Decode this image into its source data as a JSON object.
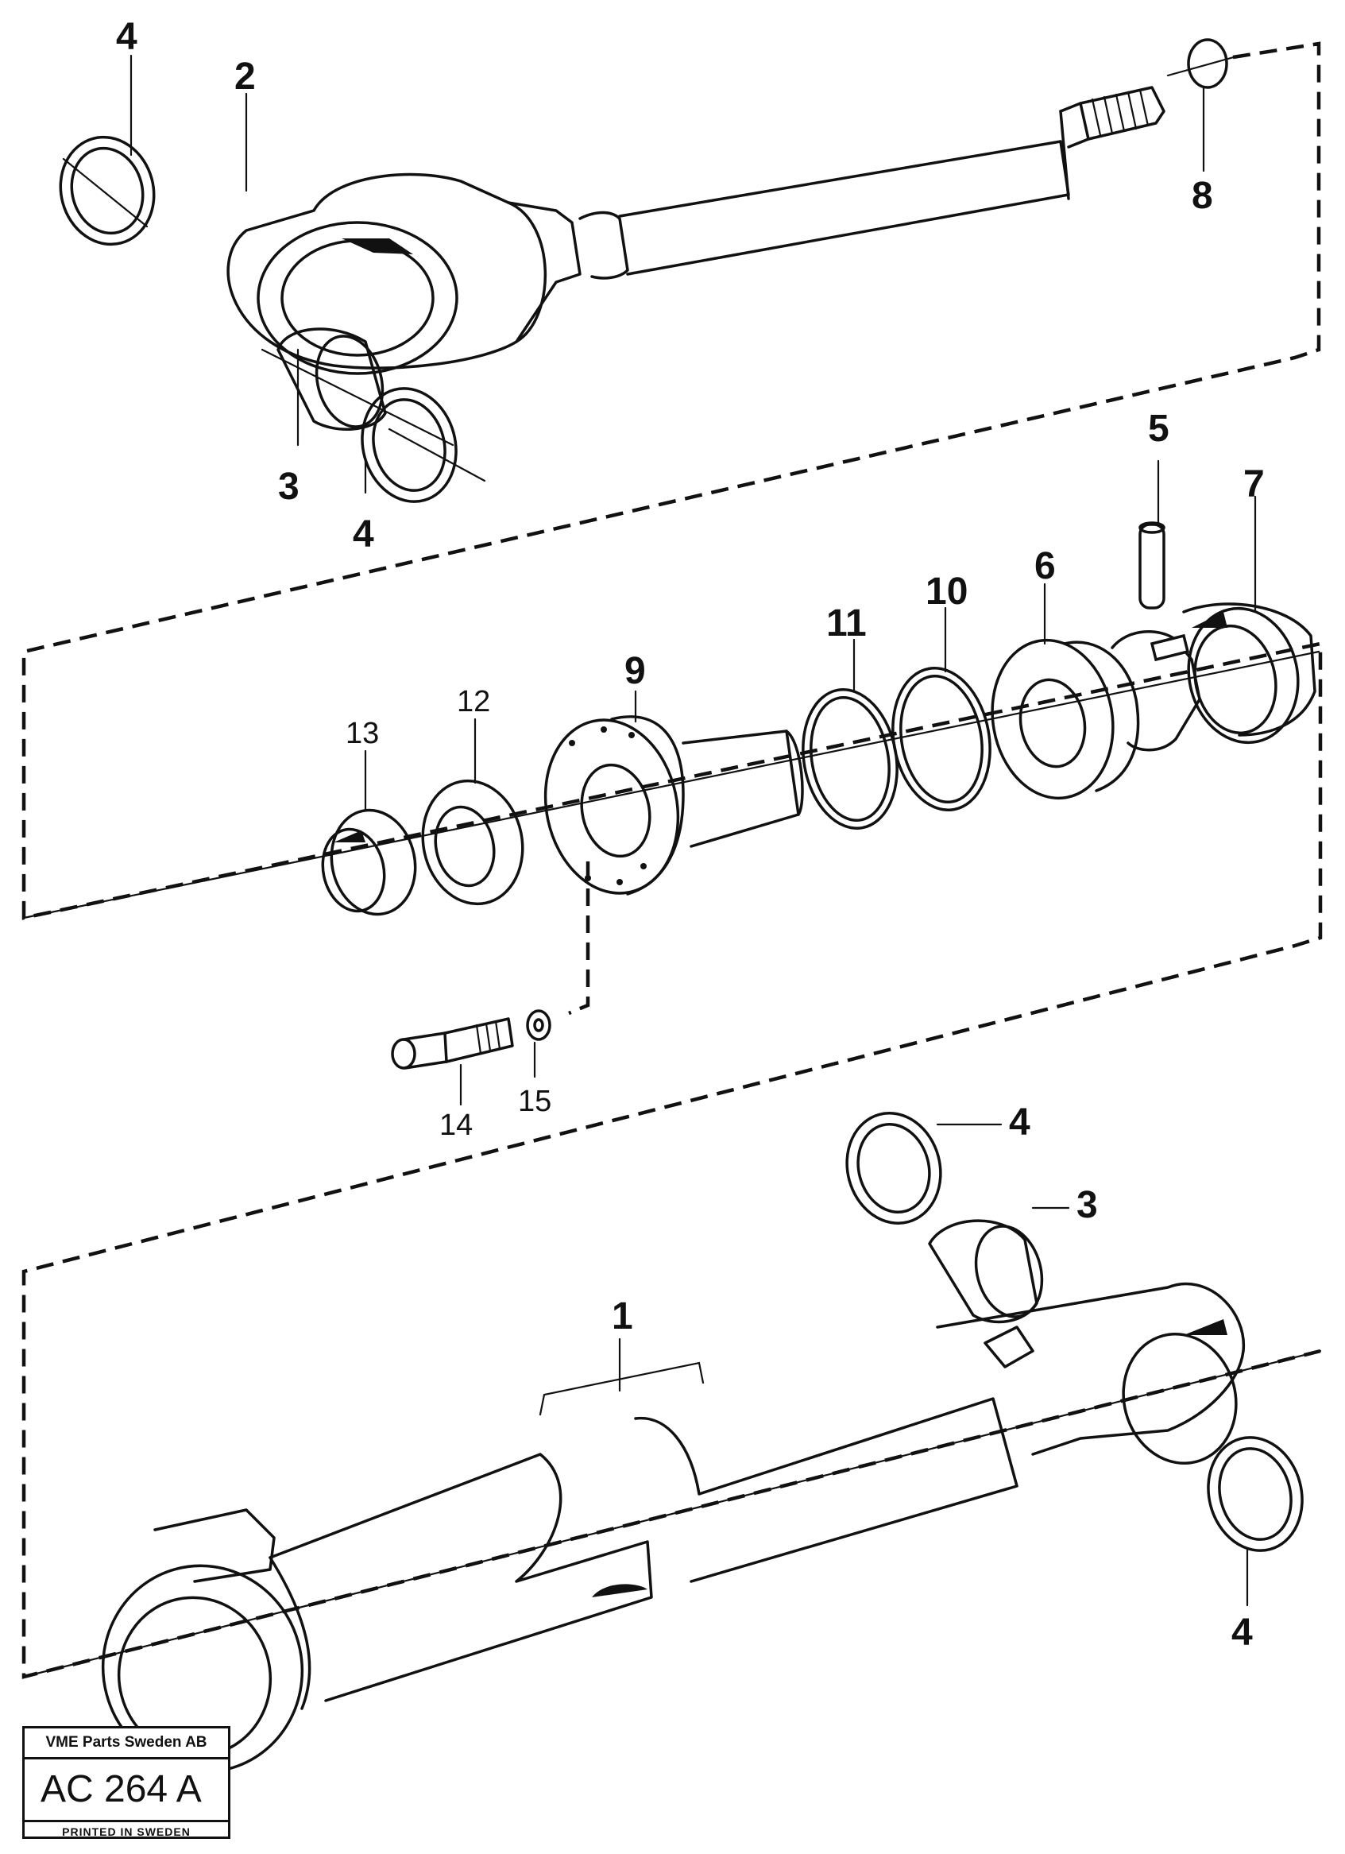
{
  "diagram": {
    "labels": {
      "p1": "1",
      "p2": "2",
      "p3_top": "3",
      "p3_bottom": "3",
      "p4_top_left": "4",
      "p4_top_mid": "4",
      "p4_bottom_top": "4",
      "p4_bottom_right": "4",
      "p5": "5",
      "p6": "6",
      "p7": "7",
      "p8": "8",
      "p9": "9",
      "p10": "10",
      "p11": "11",
      "p12": "12",
      "p13": "13",
      "p14": "14",
      "p15": "15"
    }
  },
  "titleblock": {
    "company": "VME Parts Sweden AB",
    "code": "AC 264 A",
    "printed": "PRINTED IN SWEDEN"
  }
}
